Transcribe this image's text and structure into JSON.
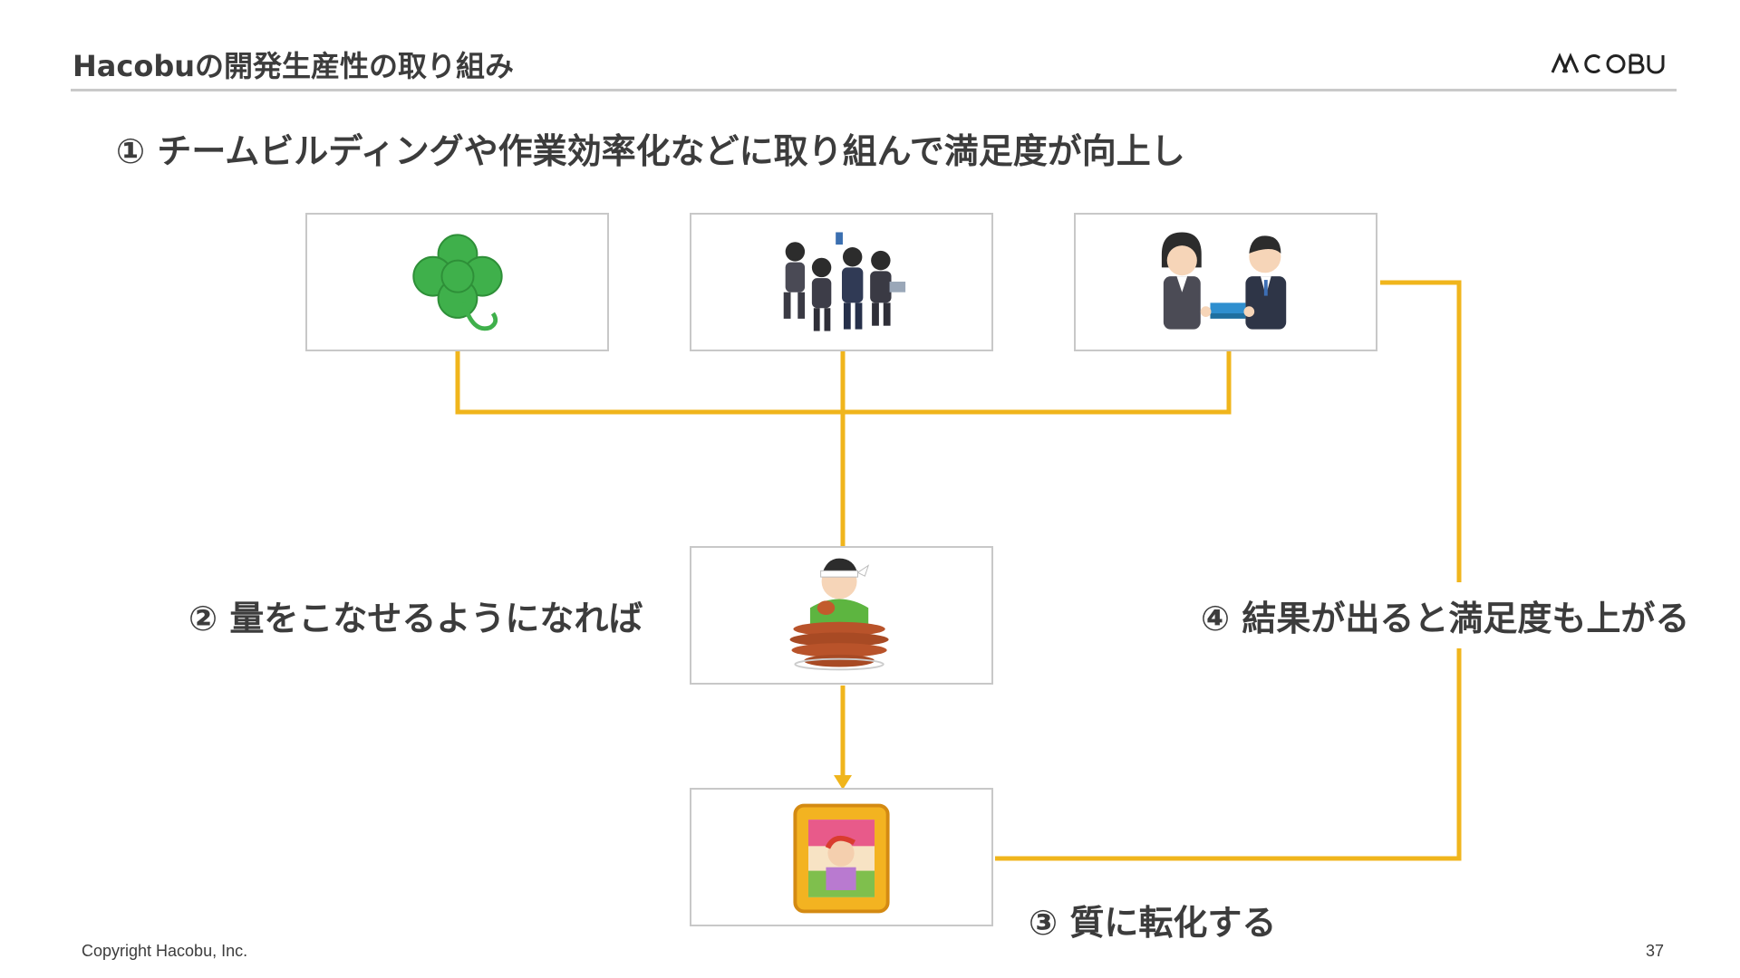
{
  "header": {
    "title": "Hacobuの開発生産性の取り組み",
    "logo_text": "HACOBU"
  },
  "captions": {
    "step1": "① チームビルディングや作業効率化などに取り組んで満足度が向上し",
    "step2": "② 量をこなせるようになれば",
    "step3": "③ 質に転化する",
    "step4": "④ 結果が出ると満足度も上がる"
  },
  "illustrations": {
    "clover": "four-leaf-clover-icon",
    "team": "business-team-icon",
    "handover": "document-handover-icon",
    "eating": "eating-contest-icon",
    "painting": "framed-painting-icon"
  },
  "colors": {
    "connector": "#F0B51C",
    "text": "#3c3c3c",
    "rule": "#c9c9c9"
  },
  "footer": {
    "copyright": "Copyright Hacobu, Inc.",
    "page_number": "37"
  }
}
